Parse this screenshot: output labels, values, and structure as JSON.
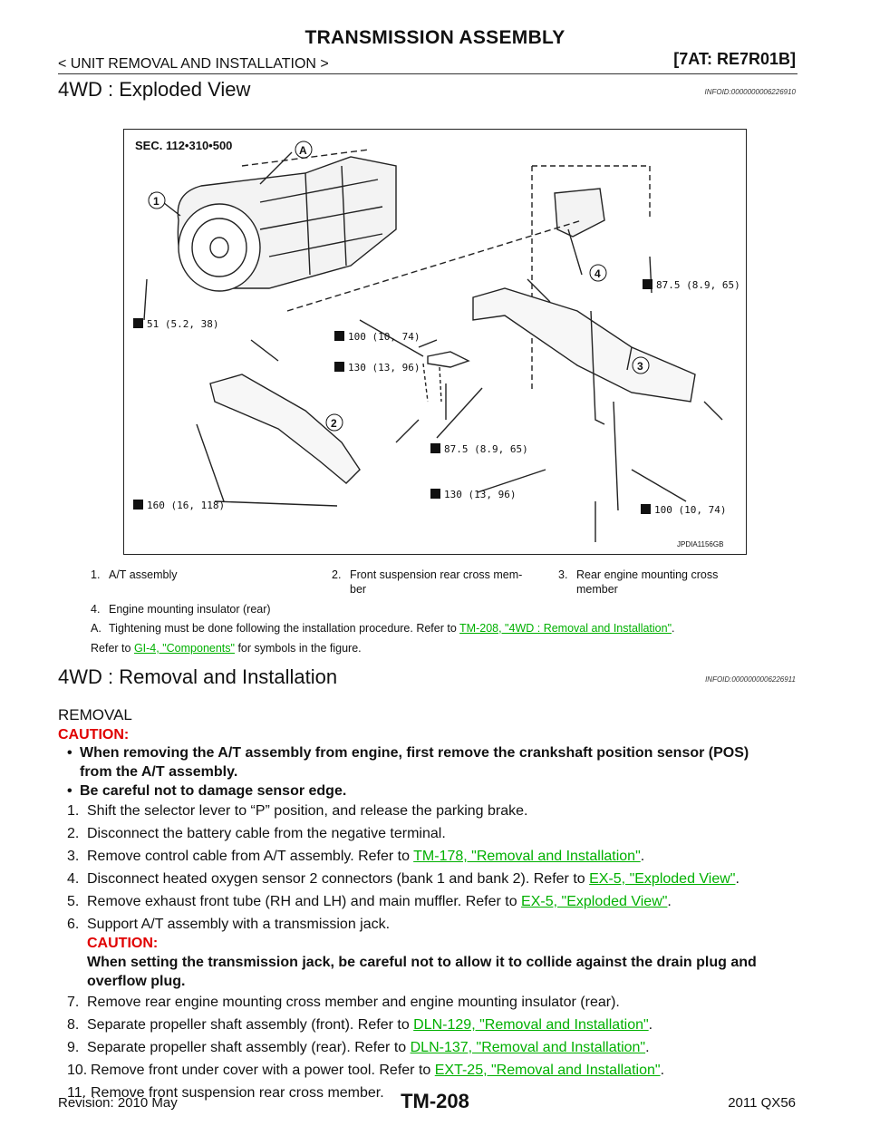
{
  "header": {
    "title": "TRANSMISSION ASSEMBLY",
    "subtitle": "< UNIT REMOVAL AND INSTALLATION >",
    "tag": "[7AT: RE7R01B]"
  },
  "section1": {
    "title": "4WD : Exploded View",
    "infoid": "INFOID:0000000006226910"
  },
  "figure": {
    "sec_label": "SEC. 112•310•500",
    "figure_id": "JPDIA1156GB",
    "callouts": [
      "1",
      "2",
      "3",
      "4",
      "A"
    ],
    "torques": [
      "51 (5.2, 38)",
      "87.5 (8.9, 65)",
      "100 (10, 74)",
      "130 (13, 96)",
      "160 (16, 118)",
      "87.5 (8.9, 65)",
      "130 (13, 96)",
      "100 (10, 74)"
    ]
  },
  "legend": {
    "items": [
      {
        "num": "1.",
        "text": "A/T assembly"
      },
      {
        "num": "2.",
        "text": "Front suspension rear cross mem-"
      },
      {
        "num": "3.",
        "text": "Rear engine mounting cross"
      },
      {
        "num": "4.",
        "text": "Engine mounting insulator (rear)"
      }
    ],
    "item2_line2": "ber",
    "item3_line2": "member",
    "note_a_label": "A.",
    "note_a_text": "Tightening must be done following the installation procedure. Refer to",
    "note_a_link": "TM-208, \"4WD : Removal and Installation\"",
    "note_a_end": ".",
    "refer_pre": "Refer to",
    "refer_link": "GI-4, \"Components\"",
    "refer_post": "for symbols in the figure."
  },
  "section2": {
    "title": "4WD : Removal and Installation",
    "infoid": "INFOID:0000000006226911",
    "subhead": "REMOVAL",
    "caution_label": "CAUTION:",
    "bullets": [
      "When removing the A/T assembly from engine, first remove the crankshaft position sensor (POS)",
      "from the A/T assembly.",
      "Be careful not to damage sensor edge."
    ],
    "steps": [
      {
        "n": "1.",
        "text": "Shift the selector lever to “P” position, and release the parking brake.",
        "link": "",
        "end": ""
      },
      {
        "n": "2.",
        "text": "Disconnect the battery cable from the negative terminal.",
        "link": "",
        "end": ""
      },
      {
        "n": "3.",
        "text": "Remove control cable from A/T assembly. Refer to ",
        "link": "TM-178, \"Removal and Installation\"",
        "end": "."
      },
      {
        "n": "4.",
        "text": "Disconnect heated oxygen sensor 2 connectors (bank 1 and bank 2). Refer to ",
        "link": "EX-5, \"Exploded View\"",
        "end": "."
      },
      {
        "n": "5.",
        "text": "Remove exhaust front tube (RH and LH) and main muffler. Refer to ",
        "link": "EX-5, \"Exploded View\"",
        "end": "."
      },
      {
        "n": "6.",
        "text": "Support A/T assembly with a transmission jack.",
        "link": "",
        "end": ""
      },
      {
        "n": "7.",
        "text": "Remove rear engine mounting cross member and engine mounting insulator (rear).",
        "link": "",
        "end": ""
      },
      {
        "n": "8.",
        "text": "Separate propeller shaft assembly (front). Refer to ",
        "link": "DLN-129, \"Removal and Installation\"",
        "end": "."
      },
      {
        "n": "9.",
        "text": "Separate propeller shaft assembly (rear). Refer to ",
        "link": "DLN-137, \"Removal and Installation\"",
        "end": "."
      },
      {
        "n": "10.",
        "text": "Remove front under cover with a power tool. Refer to ",
        "link": "EXT-25, \"Removal and Installation\"",
        "end": "."
      },
      {
        "n": "11.",
        "text": "Remove front suspension rear cross member.",
        "link": "",
        "end": ""
      }
    ],
    "step6_caution_label": "CAUTION:",
    "step6_caution_line1": "When setting the transmission jack, be careful not to allow it to collide against the drain plug and",
    "step6_caution_line2": "overflow plug."
  },
  "footer": {
    "revision": "Revision: 2010 May",
    "page": "TM-208",
    "model": "2011 QX56"
  }
}
